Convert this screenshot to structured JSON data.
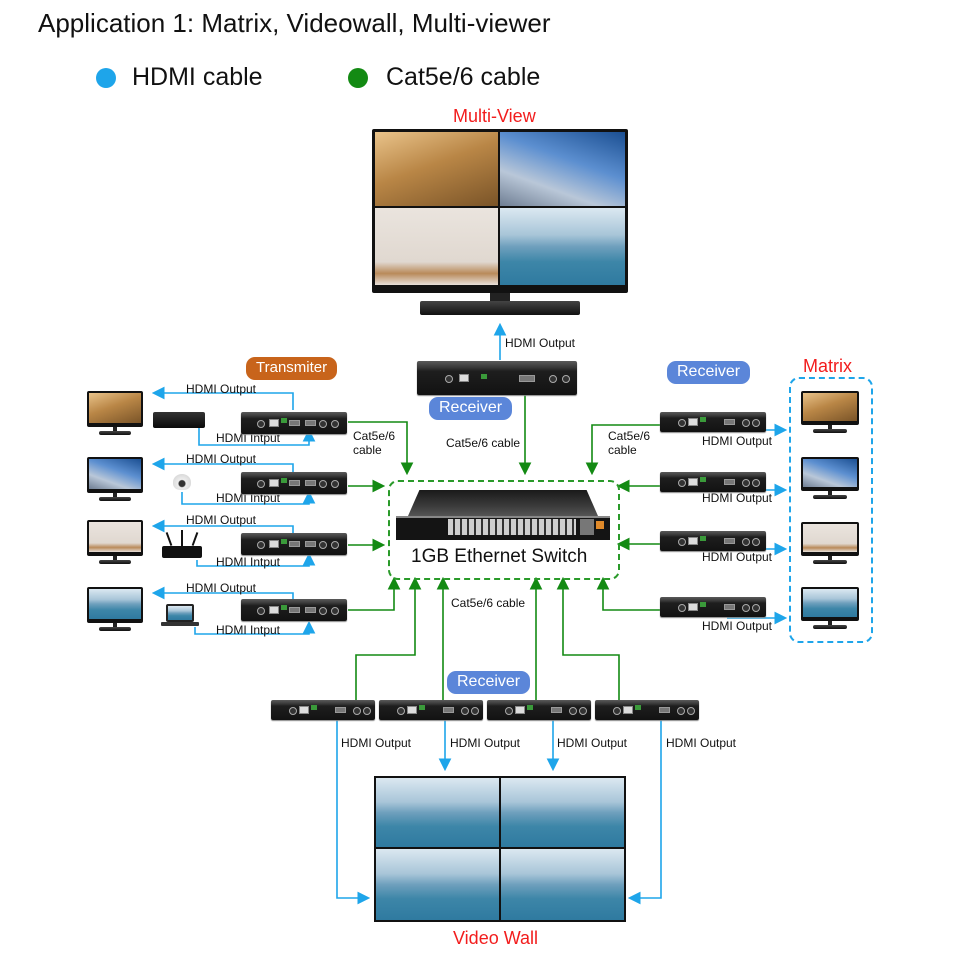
{
  "title": "Application 1: Matrix, Videowall, Multi-viewer",
  "legend": [
    {
      "label": "HDMI cable",
      "color": "#1ea5ea"
    },
    {
      "label": "Cat5e/6 cable",
      "color": "#138a13"
    }
  ],
  "sections": {
    "multi_view": "Multi-View",
    "matrix": "Matrix",
    "video_wall": "Video Wall",
    "transmitter_badge": "Transmiter",
    "receiver_badge_top": "Receiver",
    "receiver_badge_right": "Receiver",
    "receiver_badge_bottom": "Receiver"
  },
  "switch": {
    "label": "1GB Ethernet Switch"
  },
  "labels": {
    "hdmi_output": "HDMI Output",
    "hdmi_input": "HDMI Intput",
    "cat_cable": "Cat5e/6 cable",
    "cat_cable_line1": "Cat5e/6",
    "cat_cable_line2": "cable"
  },
  "transmitter_rows": [
    {
      "source": "blu-ray-player",
      "display": "hall"
    },
    {
      "source": "ip-camera",
      "display": "city"
    },
    {
      "source": "router",
      "display": "plant"
    },
    {
      "source": "laptop",
      "display": "sea"
    }
  ],
  "matrix_displays": [
    "hall",
    "city",
    "plant",
    "sea"
  ],
  "colors": {
    "hdmi": "#1ea5ea",
    "cat": "#138a13",
    "accent_red": "#f21d1d",
    "receiver_badge": "#5b86d9",
    "transmitter_badge": "#c8641b"
  }
}
